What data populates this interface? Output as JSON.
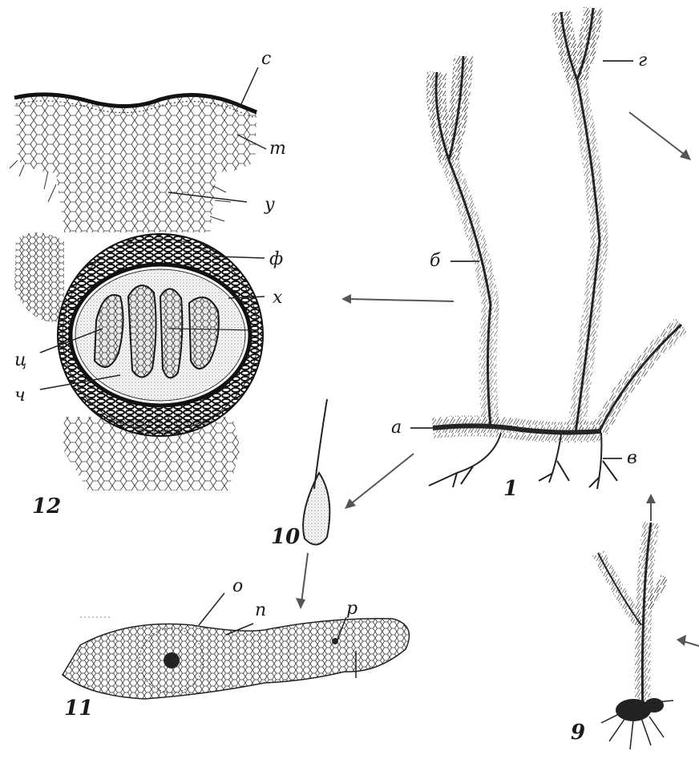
{
  "figure_labels": {
    "fig1": "1",
    "fig9": "9",
    "fig10": "10",
    "fig11": "11",
    "fig12": "12"
  },
  "plant_labels": {
    "a": "а",
    "b": "б",
    "v": "в",
    "g": "г"
  },
  "leaf_section_labels": {
    "o": "о",
    "p": "п",
    "r": "р"
  },
  "stem_section_labels": {
    "s": "с",
    "t": "т",
    "u": "у",
    "f": "ф",
    "kh": "х",
    "ts": "ц",
    "ch": "ч"
  }
}
